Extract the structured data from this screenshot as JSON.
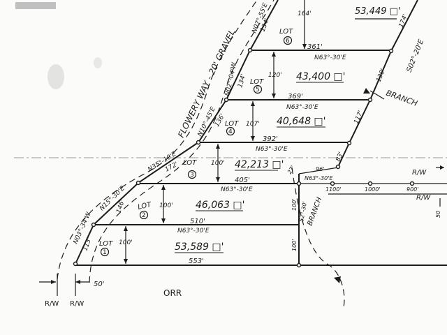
{
  "road": {
    "name": "FLOWERY WAY - 20' GRAVEL"
  },
  "lots": [
    {
      "id": "lot-1",
      "label": "LOT",
      "number": "1",
      "area": "53,589 □'",
      "front": "113'",
      "front_bearing": "N03°-34'W",
      "depth": "100'",
      "rear": "553'"
    },
    {
      "id": "lot-2",
      "label": "LOT",
      "number": "2",
      "area": "46,063 □'",
      "front": "146'",
      "front_bearing": "N15°-30'E",
      "depth": "100'",
      "rear": "510'",
      "rear_bearing": "N63°-30'E"
    },
    {
      "id": "lot-3",
      "label": "LOT",
      "number": "3",
      "area": "42,213 □'",
      "front": "172'",
      "front_bearing": "N35°-10'E",
      "depth": "100'",
      "rear": "405'",
      "rear_bearing": "N63°-30'E"
    },
    {
      "id": "lot-4",
      "label": "LOT",
      "number": "4",
      "area": "40,648 □'",
      "front": "136'",
      "front_bearing": "N10°-45'E",
      "depth": "107'",
      "rear": "392'",
      "rear_bearing": "N63°-30'E"
    },
    {
      "id": "lot-5",
      "label": "LOT",
      "number": "5",
      "area": "43,400 □'",
      "front": "134'",
      "front_bearing": "N02°-04'W",
      "depth": "120'",
      "rear": "369'",
      "rear_bearing": "N63°-30'E"
    },
    {
      "id": "lot-6",
      "label": "LOT",
      "number": "6",
      "front": "134'",
      "front_bearing": "N07°-55'E",
      "depth": "164'",
      "rear": "361'",
      "rear_bearing": "N63°-30'E"
    },
    {
      "id": "lot-7",
      "area": "53,449 □'",
      "east": "174'"
    }
  ],
  "east_line": {
    "bearing": "S02°-20'E",
    "segments": [
      "130'",
      "117'",
      "83'"
    ]
  },
  "branch_labels": [
    "BRANCH",
    "BRANCH"
  ],
  "east_parcel": {
    "labels": [
      "27'",
      "96'",
      "N63°-30'E",
      "52°-30'",
      "100'",
      "100'"
    ]
  },
  "rw": {
    "labels": [
      "R/W",
      "R/W",
      "R/W",
      "R/W"
    ],
    "width": "50'",
    "distances": [
      "1100'",
      "1000'",
      "900'"
    ],
    "cut_value": "50"
  },
  "orr": "ORR"
}
